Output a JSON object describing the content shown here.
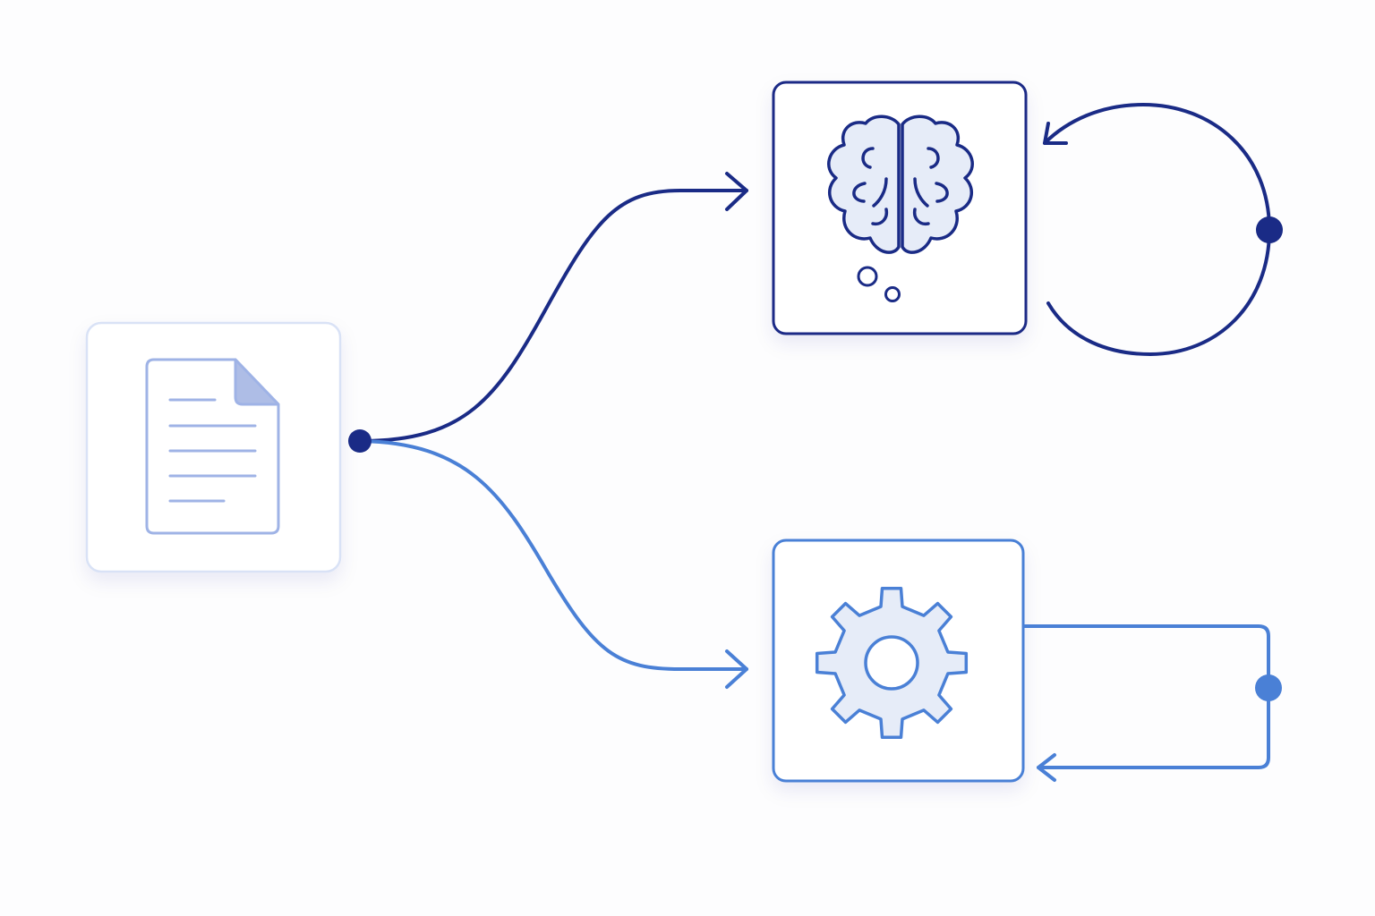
{
  "diagram": {
    "nodes": [
      {
        "id": "document",
        "icon": "document-icon",
        "color": "#9fb3e6"
      },
      {
        "id": "reasoning",
        "icon": "brain-icon",
        "color": "#1a2b86"
      },
      {
        "id": "processing",
        "icon": "gear-icon",
        "color": "#4a80d6"
      }
    ],
    "edges": [
      {
        "from": "document",
        "to": "reasoning",
        "color": "#1a2b86"
      },
      {
        "from": "document",
        "to": "processing",
        "color": "#4a80d6"
      },
      {
        "from": "reasoning",
        "to": "reasoning",
        "kind": "loop",
        "color": "#1a2b86"
      },
      {
        "from": "processing",
        "to": "processing",
        "kind": "loop",
        "color": "#4a80d6"
      }
    ],
    "colors": {
      "dark_blue": "#1a2b86",
      "medium_blue": "#4a80d6",
      "light_blue": "#9fb3e6",
      "icon_fill": "#e6ecf8"
    }
  }
}
